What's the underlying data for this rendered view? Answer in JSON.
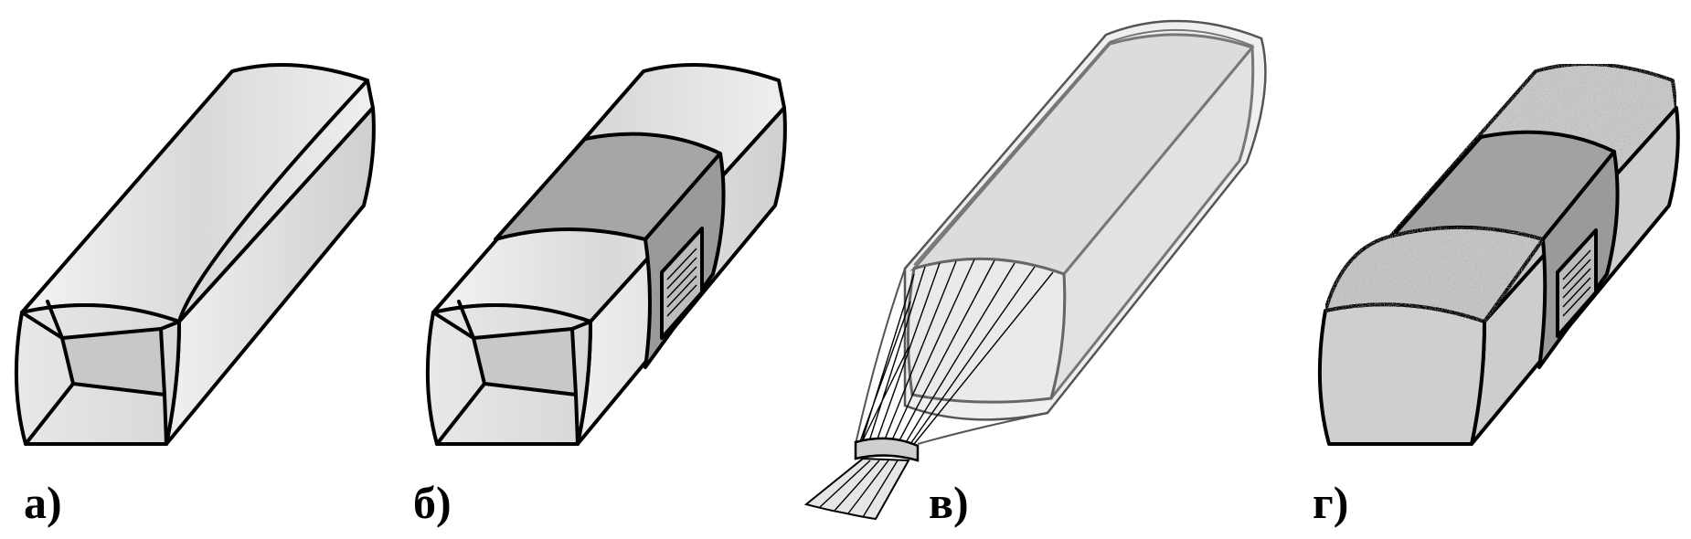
{
  "panels": [
    {
      "id": "a",
      "label": "а)",
      "kind": "open-rectangular-pack"
    },
    {
      "id": "b",
      "label": "б)",
      "kind": "open-pack-with-band-label"
    },
    {
      "id": "c",
      "label": "в)",
      "kind": "twisted-film-bag"
    },
    {
      "id": "d",
      "label": "г)",
      "kind": "unpacked-loaf-with-band-label"
    }
  ],
  "colors": {
    "outline": "#000000",
    "light_fill": "#e9e9e9",
    "mid_fill": "#d2d2d2",
    "band_fill": "#a6a6a6",
    "speckle_fill": "#c9c9c9",
    "background": "#ffffff"
  }
}
